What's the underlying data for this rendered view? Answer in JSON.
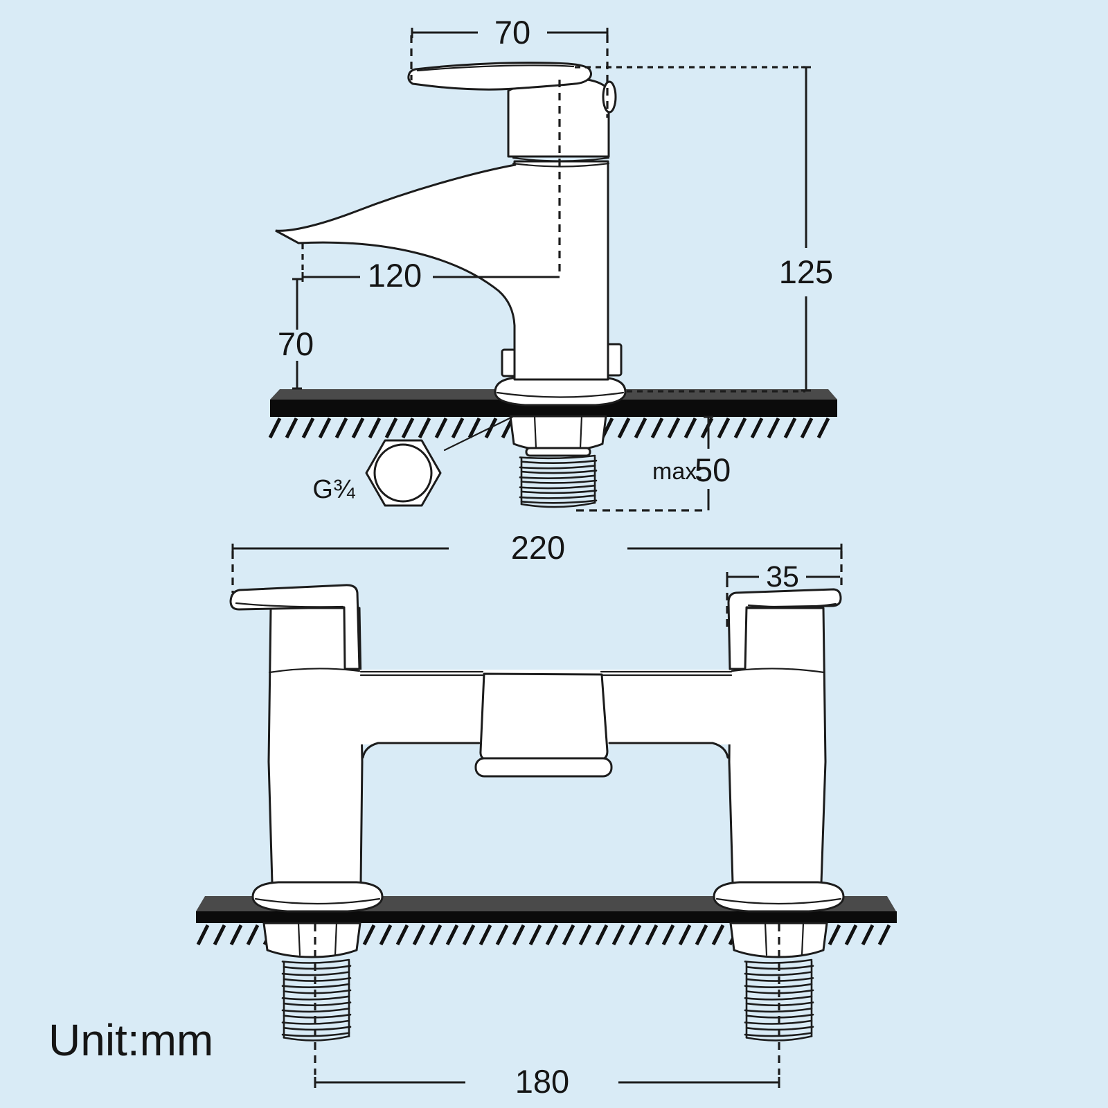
{
  "title": "Tap dimensions technical drawing",
  "unit_label": "Unit:mm",
  "colors": {
    "background": "#d9ebf6",
    "line": "#1c1c1c",
    "worktop_black": "#0b0b0b",
    "worktop_gray": "#4a4a4a",
    "fill_white": "#ffffff"
  },
  "top_view": {
    "handle_width": "70",
    "overall_height": "125",
    "spout_reach": "120",
    "spout_height": "70",
    "max_thickness_label": "max:",
    "max_thickness_value": "50",
    "thread_size": "G¾"
  },
  "bottom_view": {
    "overall_width": "220",
    "handle_width": "35",
    "hole_centres": "180"
  }
}
